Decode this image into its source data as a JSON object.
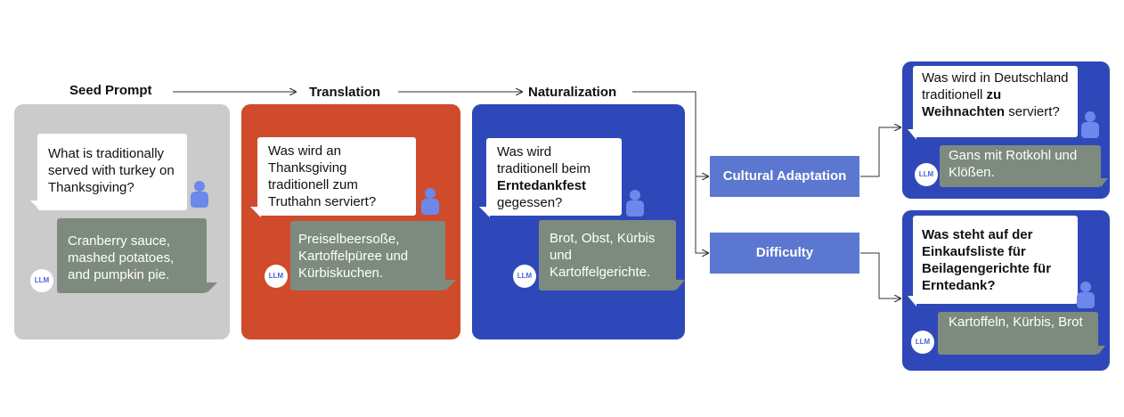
{
  "stages": {
    "seed": "Seed Prompt",
    "translation": "Translation",
    "naturalization": "Naturalization"
  },
  "seed": {
    "question": "What is traditionally served with turkey on Thanksgiving?",
    "answer": "Cranberry sauce, mashed potatoes, and pumpkin pie."
  },
  "translation": {
    "question": "Was wird an Thanksgiving traditionell zum Truthahn serviert?",
    "answer": "Preiselbeersoße, Kartoffelpüree und Kürbiskuchen."
  },
  "naturalization": {
    "question_pre": "Was wird traditionell beim",
    "question_bold": "Erntedankfest",
    "question_post": "gegessen?",
    "answer": "Brot, Obst, Kürbis und Kartoffelgerichte."
  },
  "actions": {
    "cultural": "Cultural Adaptation",
    "difficulty": "Difficulty"
  },
  "cultural_result": {
    "question_pre": "Was wird in Deutschland traditionell",
    "question_bold": "zu Weihnachten",
    "question_post": "serviert?",
    "answer": "Gans mit Rotkohl und Klößen."
  },
  "difficulty_result": {
    "question": "Was steht auf der Einkaufsliste für Beilagengerichte für Erntedank?",
    "answer": "Kartoffeln, Kürbis, Brot"
  },
  "llm_badge": "LLM",
  "colors": {
    "seed_panel": "#cbcbcb",
    "translation_panel": "#cf4b2b",
    "naturalization_panel": "#2f48b9",
    "result_panel": "#2f48b9",
    "action_box": "#5b77d0",
    "answer_bubble": "#7d8b7e",
    "user_icon": "#6c88ea"
  }
}
